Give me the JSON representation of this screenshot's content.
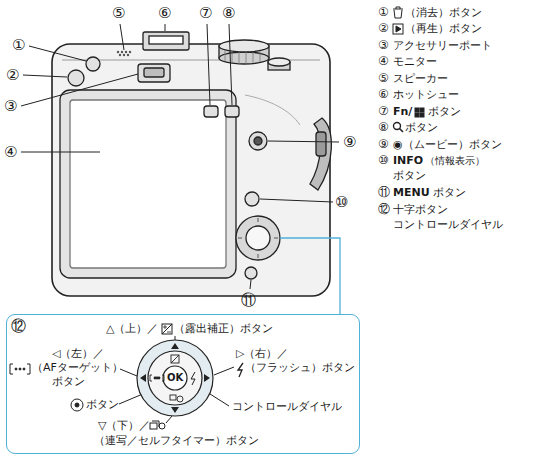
{
  "diagram": {
    "nodes": [
      {
        "text": [
          "⑫"
        ]
      }
    ],
    "labels": [
      "①",
      "②",
      "③",
      "④",
      "⑤",
      "⑥",
      "⑦",
      "⑧",
      "⑨",
      "⑩",
      "⑪",
      "①",
      "（消去）ボタン",
      "②",
      "（再生）ボタン",
      "③",
      "アクセサリーポート",
      "④",
      "モニター",
      "⑤",
      "スピーカー",
      "⑥",
      "ホットシュー",
      "⑦",
      "Fn/",
      "ボタン",
      "⑧",
      "ボタン",
      "⑨",
      "◉（ムービー）ボタン",
      "⑩",
      "INFO",
      "（情報表示）",
      "ボタン",
      "⑪",
      "MENU",
      "ボタン",
      "⑫",
      "十字ボタン",
      "コントロールダイヤル",
      "△（上）／",
      "（露出補正）ボタン",
      "◁（左）／",
      "（AFターゲット）",
      "ボタン",
      "▷（右）／",
      "（フラッシュ）ボタン",
      "OK",
      "ボタン",
      "コントロールダイヤル",
      "▽（下）／",
      "（連写／セルフタイマー）ボタン"
    ]
  }
}
